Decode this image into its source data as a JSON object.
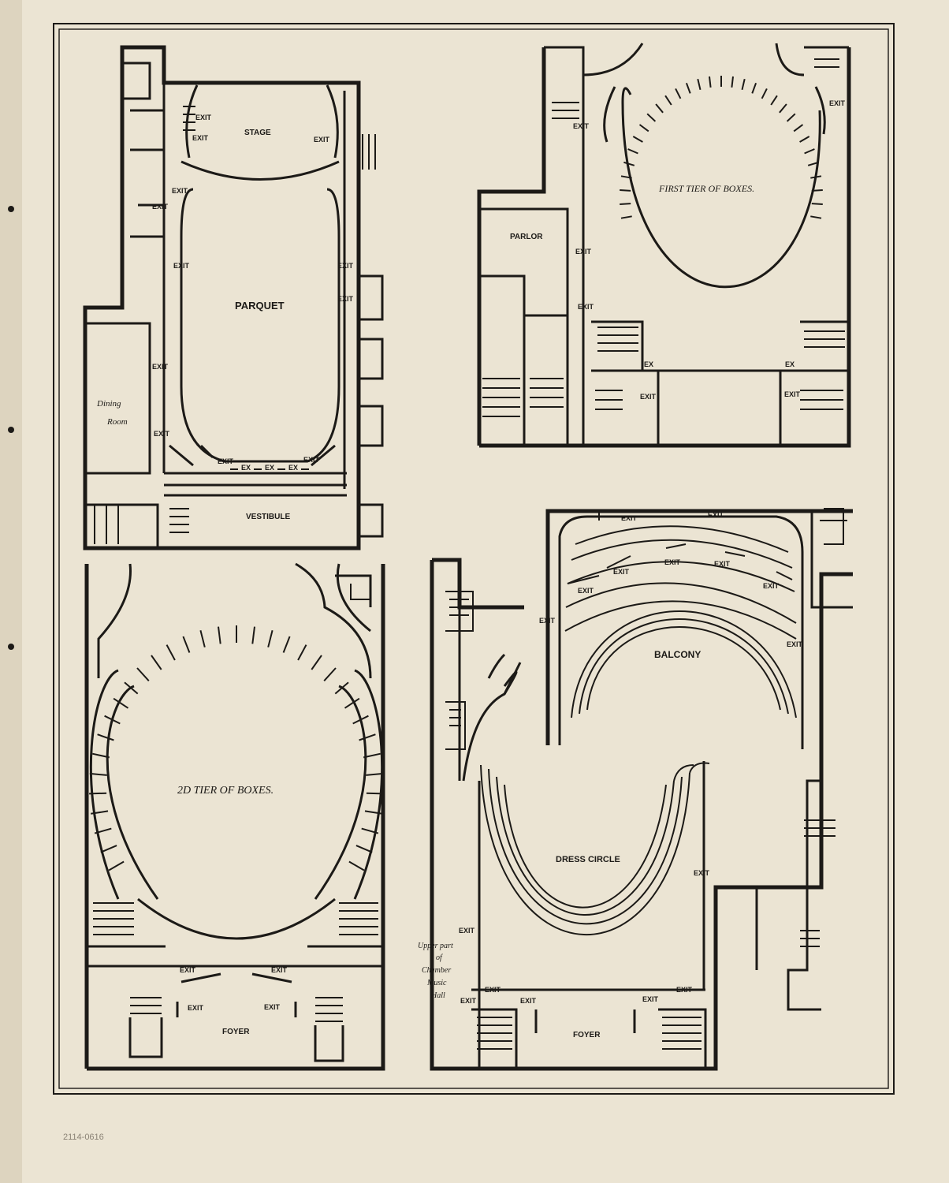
{
  "plans": {
    "parquet": {
      "stage": "STAGE",
      "main": "PARQUET",
      "vestibule": "VESTIBULE",
      "dining_1": "Dining",
      "dining_2": "Room",
      "exit": "EXIT",
      "ex": "EX"
    },
    "first_tier": {
      "main": "FIRST TIER OF BOXES.",
      "parlor": "PARLOR",
      "exit": "EXIT",
      "ex": "EX"
    },
    "second_tier": {
      "main": "2D TIER OF BOXES.",
      "foyer": "FOYER",
      "exit": "EXIT"
    },
    "balcony": {
      "main": "BALCONY",
      "exit": "EXIT"
    },
    "dress_circle": {
      "main": "DRESS CIRCLE",
      "foyer": "FOYER",
      "exit": "EXIT",
      "side_1": "Upper part",
      "side_2": "of",
      "side_3": "Chamber",
      "side_4": "Music",
      "side_5": "Hall"
    }
  },
  "pencil_note": "2114-0616"
}
